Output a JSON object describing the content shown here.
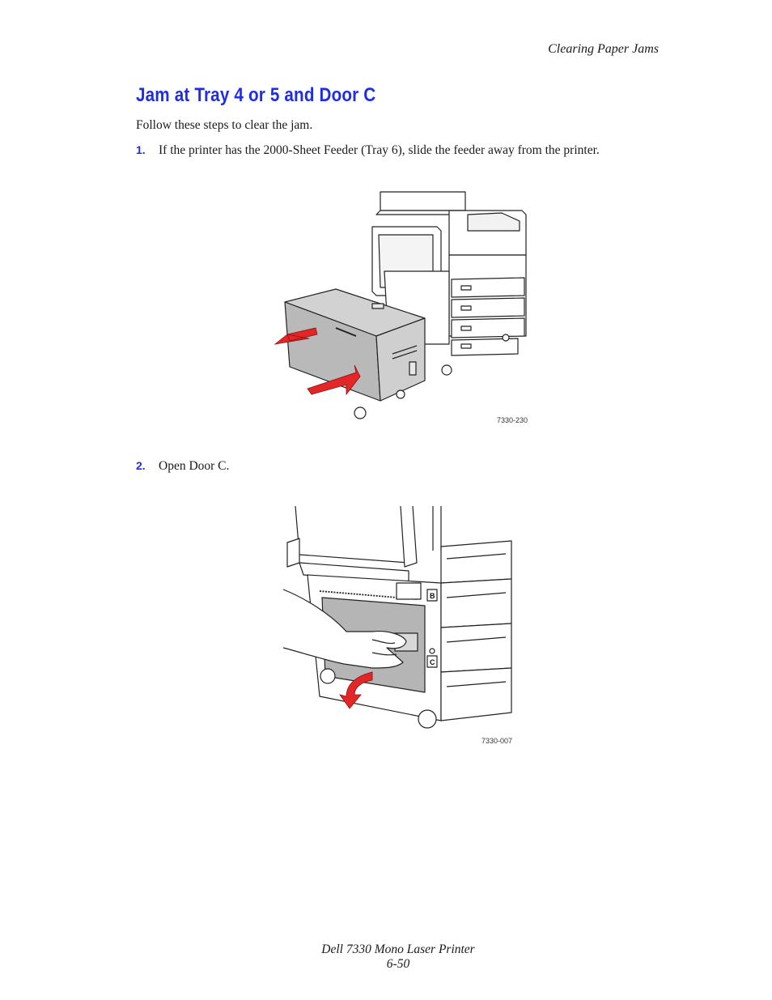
{
  "header": {
    "section": "Clearing Paper Jams"
  },
  "title": "Jam at Tray 4 or 5 and Door C",
  "intro": "Follow these steps to clear the jam.",
  "steps": [
    {
      "number": "1.",
      "text": "If the printer has the 2000-Sheet Feeder (Tray 6), slide the feeder away from the printer."
    },
    {
      "number": "2.",
      "text": "Open Door C."
    }
  ],
  "figures": [
    {
      "code": "7330-230"
    },
    {
      "code": "7330-007",
      "door_labels": [
        "B",
        "C"
      ]
    }
  ],
  "footer": {
    "product": "Dell 7330 Mono Laser Printer",
    "page": "6-50"
  },
  "colors": {
    "heading": "#1f2ee6",
    "arrow": "#e32727",
    "feeder": "#c8c8c8"
  }
}
